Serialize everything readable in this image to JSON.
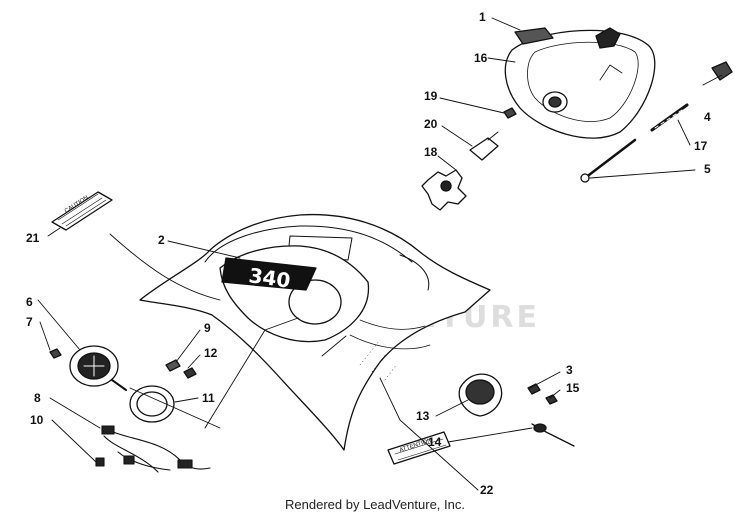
{
  "watermark": {
    "text": "LEADVENTURE"
  },
  "footer": {
    "text": "Rendered by LeadVenture, Inc."
  },
  "console_badge": {
    "text": "340"
  },
  "decals": {
    "caution": {
      "text": "CAUTION"
    },
    "attention": {
      "text": "ATTENTION"
    }
  },
  "callouts": [
    "1",
    "2",
    "3",
    "4",
    "5",
    "6",
    "7",
    "8",
    "9",
    "10",
    "11",
    "12",
    "13",
    "14",
    "15",
    "16",
    "17",
    "18",
    "19",
    "20",
    "21",
    "22"
  ],
  "colors": {
    "ink": "#111111",
    "watermark": "#dddddd"
  }
}
